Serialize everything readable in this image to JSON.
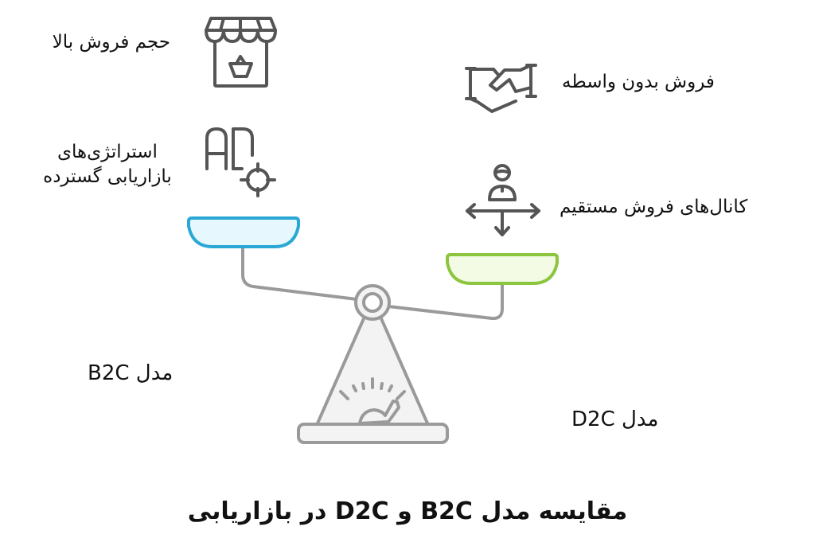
{
  "diagram": {
    "title": "مقایسه مدل B2C و D2C در بازاریابی",
    "left_side": {
      "model_label": "مدل B2C",
      "pan_color": "#29a8d6",
      "pan_fill": "#e6f7fd",
      "features": [
        {
          "icon": "storefront-basket-icon",
          "label": "حجم فروش بالا"
        },
        {
          "icon": "ad-target-icon",
          "label_line1": "استراتژی‌های",
          "label_line2": "بازاریابی گسترده"
        }
      ]
    },
    "right_side": {
      "model_label": "مدل D2C",
      "pan_color": "#8cc63f",
      "pan_fill": "#f3fbe4",
      "features": [
        {
          "icon": "handshake-icon",
          "label": "فروش بدون واسطه"
        },
        {
          "icon": "person-arrows-icon",
          "label": "کانال‌های فروش مستقیم"
        }
      ]
    },
    "scale": {
      "icon": "balance-scale-icon",
      "stroke_color": "#9a9a9a",
      "fill_color": "#f3f3f3",
      "tilt": "left side higher, right side lower"
    }
  }
}
